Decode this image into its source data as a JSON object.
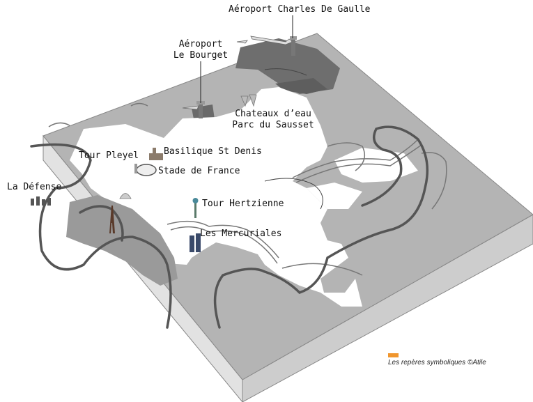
{
  "labels": {
    "cdg": "Aéroport Charles De Gaulle",
    "bourget_line1": "Aéroport",
    "bourget_line2": "Le Bourget",
    "chateaux_line1": "Chateaux d’eau",
    "chateaux_line2": "Parc du Sausset",
    "basilique": "Basilique St Denis",
    "pleyel": "Tour Pleyel",
    "stade": "Stade de France",
    "defense": "La Défense",
    "hertzienne": "Tour Hertzienne",
    "mercuriales": "Les Mercuriales"
  },
  "caption": "Les repères symboliques ©Atile",
  "colors": {
    "terrain_light": "#b4b4b4",
    "terrain_mid": "#9e9e9e",
    "terrain_dark": "#6a6a6a",
    "urban": "#ffffff",
    "block_side": "#cfcfcf",
    "block_front": "#dedede",
    "river": "#555555",
    "swatch": "#f0962e"
  },
  "icons": [
    "eiffel-tower-icon",
    "airplane-icon",
    "tower-icon",
    "stadium-icon",
    "church-icon",
    "water-tower-icon",
    "skyscraper-icon"
  ]
}
